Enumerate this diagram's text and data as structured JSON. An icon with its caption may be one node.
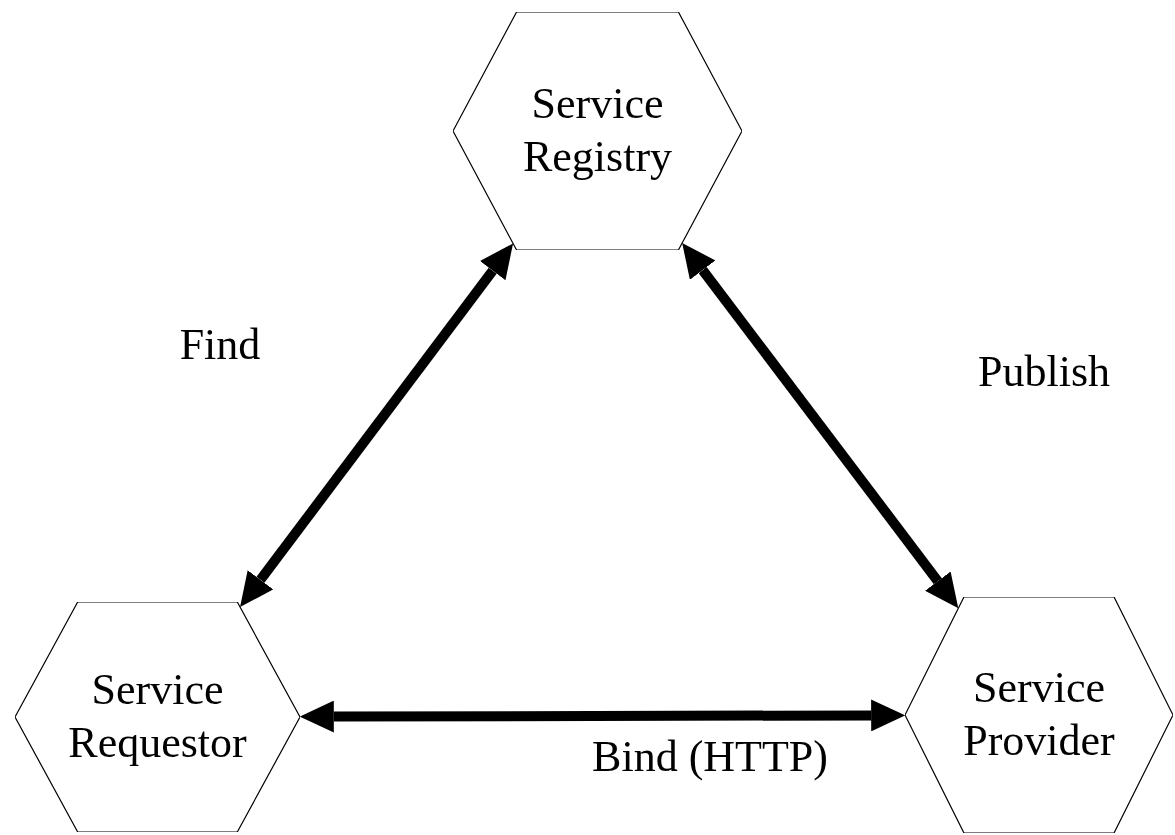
{
  "diagram": {
    "nodes": [
      {
        "text": [
          "Service Registry"
        ]
      },
      {
        "text": [
          "Service Requestor"
        ]
      },
      {
        "text": [
          "Service Provider"
        ]
      }
    ],
    "edges": [
      {
        "from": 1,
        "to": 0,
        "arrow": "both",
        "label": "Find"
      },
      {
        "from": 0,
        "to": 2,
        "arrow": "both",
        "label": "Publish"
      },
      {
        "from": 1,
        "to": 2,
        "arrow": "both",
        "label": "Bind (HTTP)"
      }
    ]
  }
}
